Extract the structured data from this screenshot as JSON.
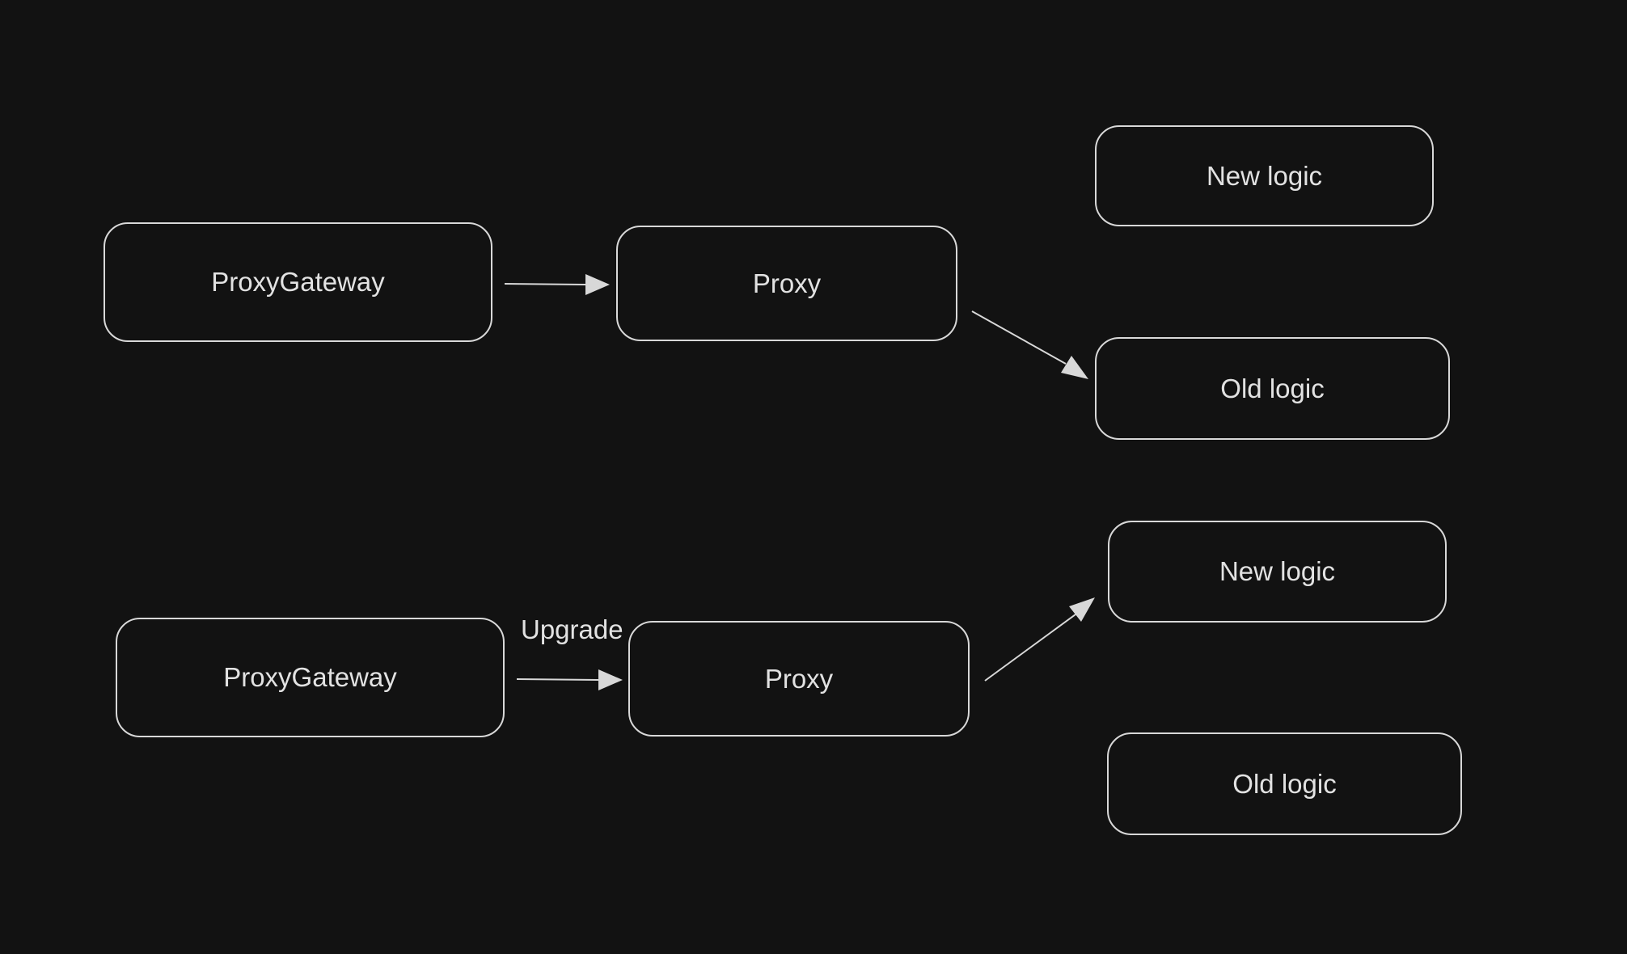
{
  "diagram": {
    "top": {
      "gateway": "ProxyGateway",
      "proxy": "Proxy",
      "new_logic": "New logic",
      "old_logic": "Old logic"
    },
    "bottom": {
      "gateway": "ProxyGateway",
      "proxy": "Proxy",
      "new_logic": "New logic",
      "old_logic": "Old logic",
      "edge_label": "Upgrade"
    }
  },
  "colors": {
    "background": "#121212",
    "stroke": "#d8d8d8",
    "text": "#e2e2e2"
  }
}
